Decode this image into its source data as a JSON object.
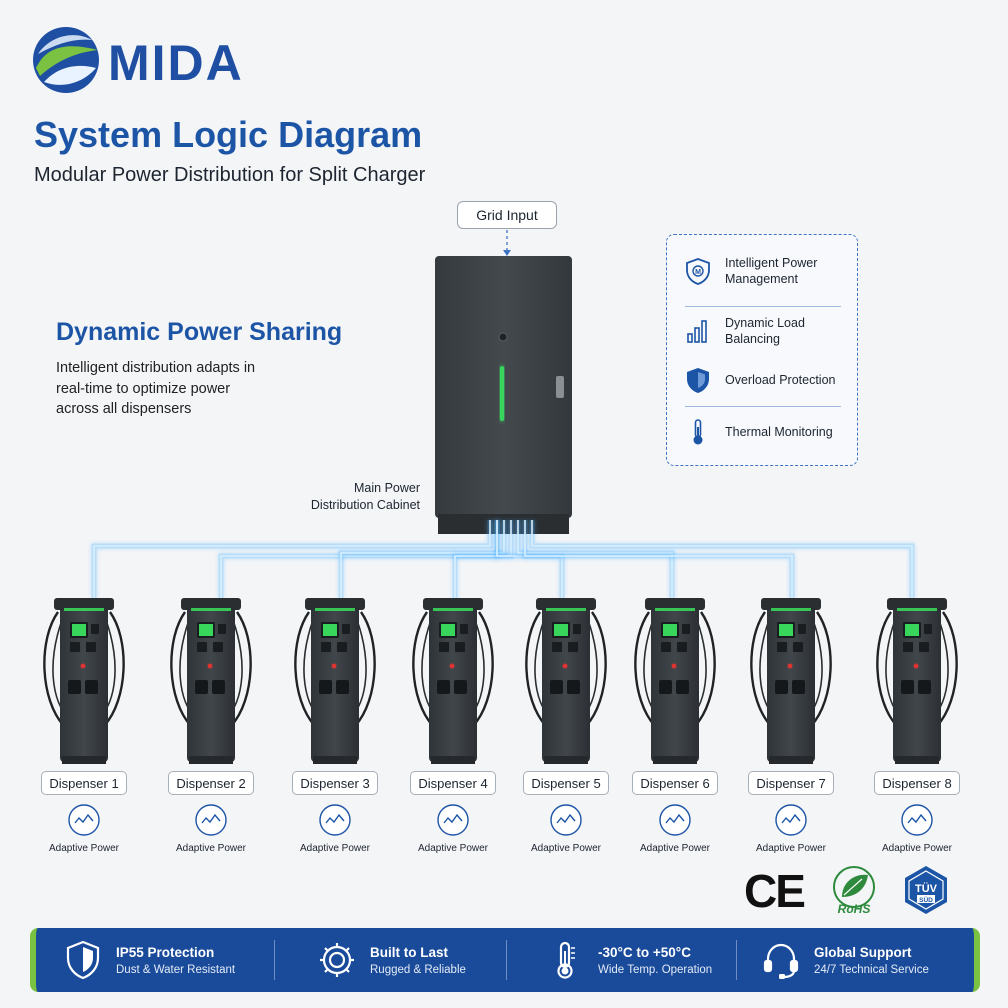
{
  "brand": {
    "name": "MIDA"
  },
  "header": {
    "title": "System Logic Diagram",
    "subtitle": "Modular Power Distribution for Split Charger"
  },
  "grid_input": {
    "label": "Grid Input"
  },
  "dynamic_power": {
    "title": "Dynamic Power Sharing",
    "lines": [
      "Intelligent distribution adapts in",
      "real-time to optimize power",
      "across all dispensers"
    ]
  },
  "cabinet": {
    "label_lines": [
      "Main Power",
      "Distribution Cabinet"
    ]
  },
  "features": [
    {
      "icon": "shield-m-icon",
      "lines": [
        "Intelligent Power",
        "Management"
      ]
    },
    {
      "icon": "bar-chart-icon",
      "lines": [
        "Dynamic Load",
        "Balancing"
      ]
    },
    {
      "icon": "shield-check-icon",
      "lines": [
        "Overload Protection"
      ]
    },
    {
      "icon": "thermometer-icon",
      "lines": [
        "Thermal Monitoring"
      ]
    }
  ],
  "dispensers": [
    {
      "label": "Dispenser 1",
      "sub": "Adaptive Power"
    },
    {
      "label": "Dispenser 2",
      "sub": "Adaptive Power"
    },
    {
      "label": "Dispenser 3",
      "sub": "Adaptive Power"
    },
    {
      "label": "Dispenser 4",
      "sub": "Adaptive Power"
    },
    {
      "label": "Dispenser 5",
      "sub": "Adaptive Power"
    },
    {
      "label": "Dispenser 6",
      "sub": "Adaptive Power"
    },
    {
      "label": "Dispenser 7",
      "sub": "Adaptive Power"
    },
    {
      "label": "Dispenser 8",
      "sub": "Adaptive Power"
    }
  ],
  "certifications": {
    "ce": "CE",
    "rohs": "RoHS",
    "tuv_top": "TÜV",
    "tuv_bottom": "SÜD"
  },
  "bottom_bar": [
    {
      "icon": "shield-icon",
      "title": "IP55 Protection",
      "sub": "Dust & Water Resistant"
    },
    {
      "icon": "gear-icon",
      "title": "Built to Last",
      "sub": "Rugged & Reliable"
    },
    {
      "icon": "thermometer-icon",
      "title": "-30°C to +50°C",
      "sub": "Wide Temp. Operation"
    },
    {
      "icon": "headset-icon",
      "title": "Global Support",
      "sub": "24/7 Technical Service"
    }
  ],
  "colors": {
    "brand_blue": "#1d55a6",
    "bar_blue": "#1a4b9b",
    "accent_green": "#7cc242",
    "glow_blue": "#4fb3ff",
    "cabinet_gray": "#3e4347",
    "led_green": "#38d65b"
  }
}
